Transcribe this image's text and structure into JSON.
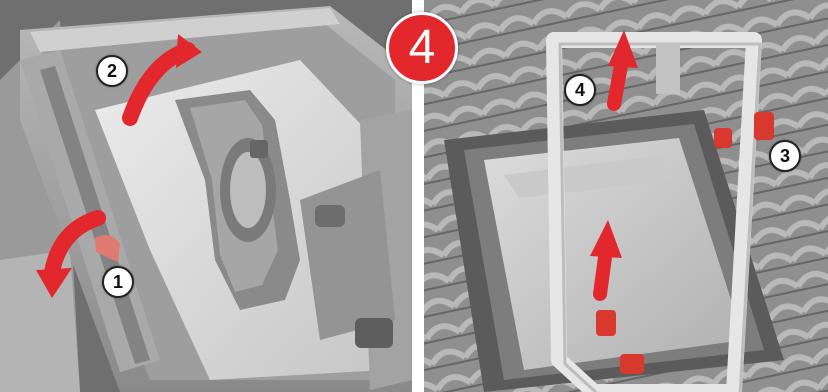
{
  "main_step": "4",
  "left_panel": {
    "callouts": [
      "2",
      "1"
    ]
  },
  "right_panel": {
    "callouts": [
      "4",
      "3"
    ]
  },
  "colors": {
    "accent_red": "#e2282c",
    "frame_gray": "#9c9c9c",
    "glass_gray": "#d8d8d8"
  },
  "icons": [
    "curved-arrow-icon",
    "up-arrow-icon",
    "clip-icon"
  ]
}
